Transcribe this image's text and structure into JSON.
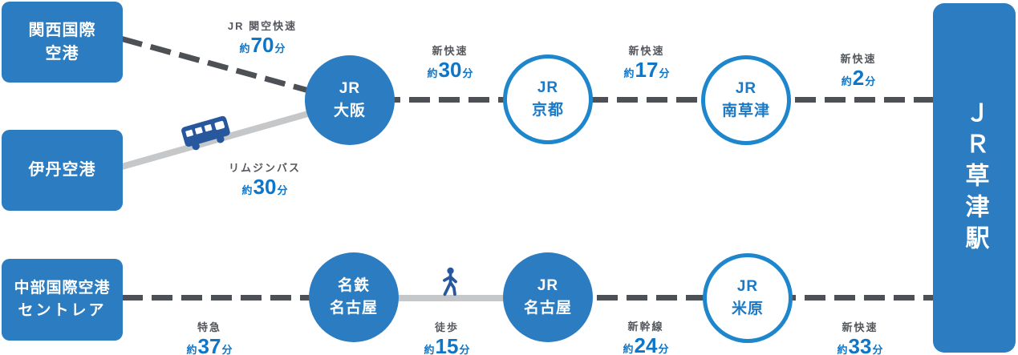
{
  "colors": {
    "primary_blue": "#2b7cc0",
    "outline_circle_border": "#1e86cc",
    "station_text_blue": "#1b79c5",
    "duration_blue": "#0e76c8",
    "line_name_gray": "#54575c",
    "dashed_line": "#4d5055",
    "solid_gray_line": "#c5c7c9",
    "icon_navy": "#27579c"
  },
  "origins": [
    {
      "line1": "関西国際",
      "line2": "空港"
    },
    {
      "line1": "伊丹空港",
      "line2": ""
    },
    {
      "line1": "中部国際空港",
      "line2": "セントレア"
    }
  ],
  "destination": {
    "name": "ＪＲ草津駅"
  },
  "stations": [
    {
      "line1": "JR",
      "line2": "大阪",
      "style": "filled"
    },
    {
      "line1": "JR",
      "line2": "京都",
      "style": "outline"
    },
    {
      "line1": "JR",
      "line2": "南草津",
      "style": "outline"
    },
    {
      "line1": "名鉄",
      "line2": "名古屋",
      "style": "filled"
    },
    {
      "line1": "JR",
      "line2": "名古屋",
      "style": "filled"
    },
    {
      "line1": "JR",
      "line2": "米原",
      "style": "outline"
    }
  ],
  "segments": [
    {
      "line": "JR 関空快速",
      "approx": "約",
      "minutes": "70",
      "unit": "分"
    },
    {
      "line": "リムジンバス",
      "approx": "約",
      "minutes": "30",
      "unit": "分"
    },
    {
      "line": "新快速",
      "approx": "約",
      "minutes": "30",
      "unit": "分"
    },
    {
      "line": "新快速",
      "approx": "約",
      "minutes": "17",
      "unit": "分"
    },
    {
      "line": "新快速",
      "approx": "約",
      "minutes": "2",
      "unit": "分"
    },
    {
      "line": "特急",
      "approx": "約",
      "minutes": "37",
      "unit": "分"
    },
    {
      "line": "徒歩",
      "approx": "約",
      "minutes": "15",
      "unit": "分"
    },
    {
      "line": "新幹線",
      "approx": "約",
      "minutes": "24",
      "unit": "分"
    },
    {
      "line": "新快速",
      "approx": "約",
      "minutes": "33",
      "unit": "分"
    }
  ],
  "icons": {
    "bus": "limousine-bus",
    "walk": "walking-person"
  }
}
